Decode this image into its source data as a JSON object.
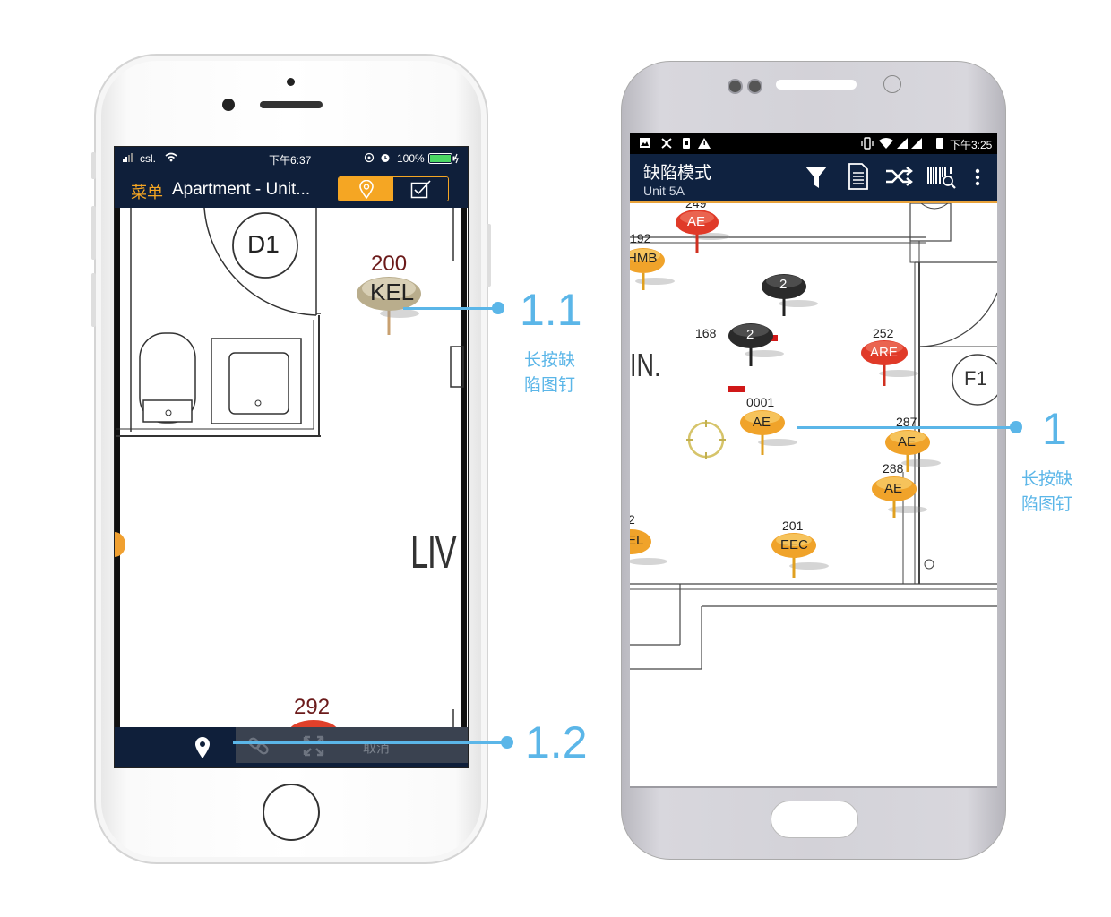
{
  "iphone": {
    "status": {
      "carrier": "csl.",
      "time": "下午6:37",
      "battery": "100%"
    },
    "nav": {
      "menu_label": "菜单",
      "title": "Apartment - Unit..."
    },
    "map": {
      "room_label": "D1",
      "living_label": "LIV",
      "pin_kel": {
        "number": "200",
        "code": "KEL"
      },
      "pin_bottom": {
        "number": "292"
      }
    },
    "toolbar": {
      "cancel_label": "取消"
    }
  },
  "android": {
    "status": {
      "time": "下午3:25"
    },
    "appbar": {
      "title": "缺陷模式",
      "subtitle": "Unit 5A"
    },
    "map": {
      "pins": [
        {
          "number": "249",
          "code": "AE"
        },
        {
          "number": "192",
          "code": "HMB"
        },
        {
          "number": "",
          "code": "2"
        },
        {
          "number": "168",
          "code": "2"
        },
        {
          "number": "252",
          "code": "ARE"
        },
        {
          "number": "0001",
          "code": "AE"
        },
        {
          "number": "287",
          "code": "AE"
        },
        {
          "number": "288",
          "code": "AE"
        },
        {
          "number": "2",
          "code": "EL"
        },
        {
          "number": "201",
          "code": "EEC"
        }
      ],
      "room_label_in": "IN.",
      "room_label_f1": "F1"
    }
  },
  "callouts": {
    "c11": {
      "number": "1.1",
      "text": "长按缺陷图钉"
    },
    "c12": {
      "number": "1.2"
    },
    "c1": {
      "number": "1",
      "text": "长按缺陷图钉"
    }
  },
  "colors": {
    "accent": "#5bb6e8",
    "nav": "#0f1f3a",
    "orange": "#f5a623"
  }
}
